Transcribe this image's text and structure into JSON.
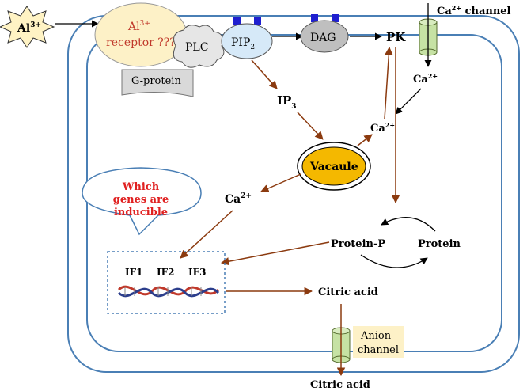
{
  "labels": {
    "al_ion": "Al",
    "al_ion_sup": "3+",
    "receptor_line1_base": "Al",
    "receptor_line1_sup": "3+",
    "receptor_line2": "receptor ???",
    "plc": "PLC",
    "pip2_base": "PIP",
    "pip2_sub": "2",
    "dag": "DAG",
    "pk": "PK",
    "g_protein": "G-protein",
    "ca_channel_base": "Ca",
    "ca_channel_sup": "2+",
    "ca_channel_rest": " channel",
    "ca_right_base": "Ca",
    "ca_right_sup": "2+",
    "ip3_base": "IP",
    "ip3_sub": "3",
    "ca_mid_base": "Ca",
    "ca_mid_sup": "2+",
    "vacuole": "Vacaule",
    "ca_left_base": "Ca",
    "ca_left_sup": "2+",
    "bubble_line1": "Which",
    "bubble_line2": "genes are",
    "bubble_line3": "inducible",
    "protein_p": "Protein-P",
    "protein": "Protein",
    "if1": "IF1",
    "if2": "IF2",
    "if3": "IF3",
    "citric_inside": "Citric acid",
    "anion_line1": "Anion",
    "anion_line2": "channel",
    "citric_outside": "Citric acid"
  },
  "colors": {
    "membrane": "#4a7fb5",
    "arrow_brown": "#8b3a0f",
    "receptor_fill": "#fdf1c7",
    "receptor_text": "#c0392b",
    "pip2_fill": "#d6e9f8",
    "dag_fill": "#bfbfbf",
    "g_protein_fill": "#d9d9d9",
    "channel_fill": "#c6e2a4",
    "vacuole_fill": "#f4b800",
    "bubble_text": "#e02020",
    "anion_fill": "#fdf1c7",
    "phosphate_blue": "#1f1fd0"
  }
}
